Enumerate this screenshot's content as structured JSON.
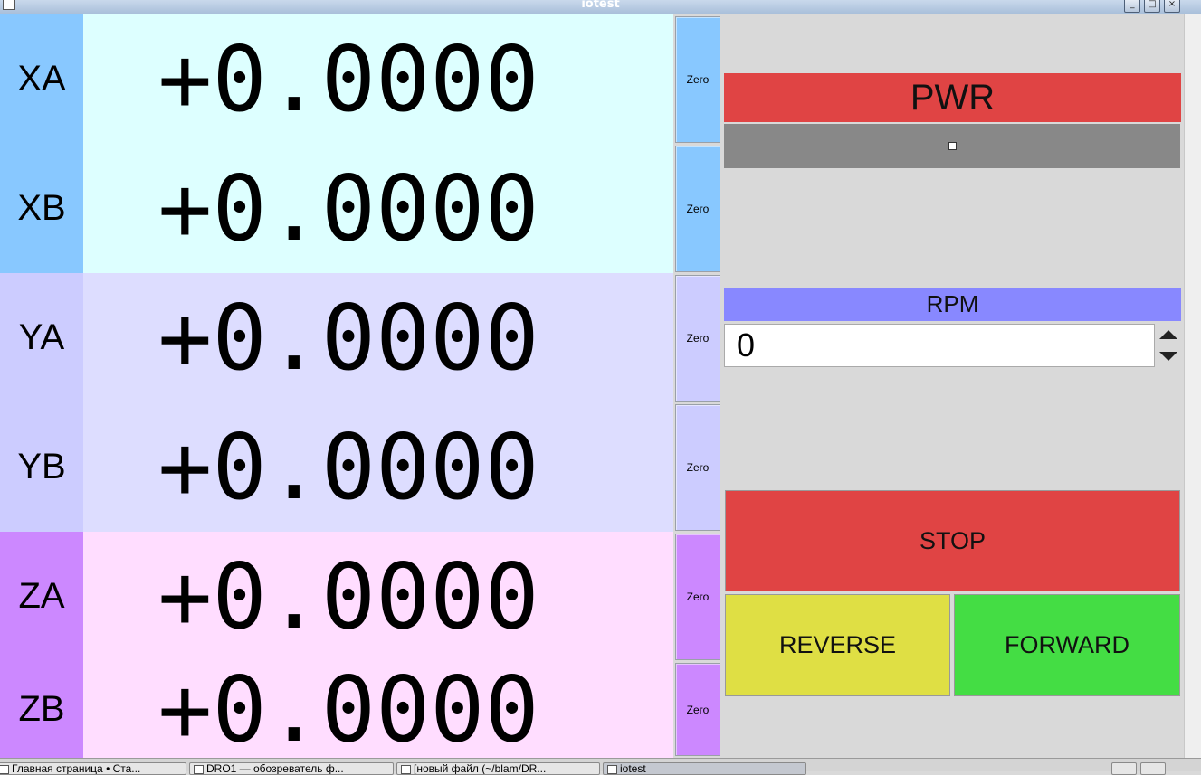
{
  "window": {
    "title": "iotest"
  },
  "axes": [
    {
      "label": "XA",
      "value": "+0.0000",
      "zero_label": "Zero",
      "label_bg": "#88c8ff",
      "value_bg": "#ddffff",
      "zero_bg": "#88c8ff"
    },
    {
      "label": "XB",
      "value": "+0.0000",
      "zero_label": "Zero",
      "label_bg": "#88c8ff",
      "value_bg": "#ddffff",
      "zero_bg": "#88c8ff"
    },
    {
      "label": "YA",
      "value": "+0.0000",
      "zero_label": "Zero",
      "label_bg": "#ccccff",
      "value_bg": "#ddddff",
      "zero_bg": "#ccccff"
    },
    {
      "label": "YB",
      "value": "+0.0000",
      "zero_label": "Zero",
      "label_bg": "#ccccff",
      "value_bg": "#ddddff",
      "zero_bg": "#ccccff"
    },
    {
      "label": "ZA",
      "value": "+0.0000",
      "zero_label": "Zero",
      "label_bg": "#cc88ff",
      "value_bg": "#ffddff",
      "zero_bg": "#cc88ff"
    },
    {
      "label": "ZB",
      "value": "+0.0000",
      "zero_label": "Zero",
      "label_bg": "#cc88ff",
      "value_bg": "#ffddff",
      "zero_bg": "#cc88ff"
    }
  ],
  "power": {
    "label": "PWR",
    "label_bg": "#e04444",
    "indicator_bg": "#888888"
  },
  "spindle": {
    "rpm_label": "RPM",
    "rpm_label_bg": "#8888ff",
    "rpm_value": "0",
    "stop_label": "STOP",
    "stop_bg": "#e04444",
    "reverse_label": "REVERSE",
    "reverse_bg": "#dfdf44",
    "forward_label": "FORWARD",
    "forward_bg": "#44dd44"
  },
  "taskbar": {
    "items": [
      {
        "label": "Главная страница • Ста..."
      },
      {
        "label": "DRO1 — обозреватель ф..."
      },
      {
        "label": "[новый файл (~/blam/DR..."
      },
      {
        "label": "iotest"
      }
    ]
  }
}
